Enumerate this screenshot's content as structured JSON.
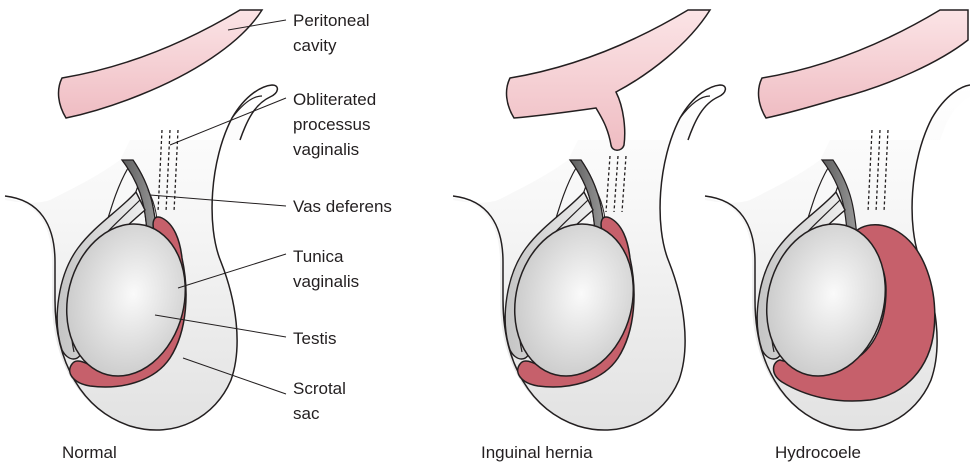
{
  "labels": {
    "peritoneal_1": "Peritoneal",
    "peritoneal_2": "cavity",
    "obliterated_1": "Obliterated",
    "obliterated_2": "processus",
    "obliterated_3": "vaginalis",
    "vas_deferens": "Vas deferens",
    "tunica_1": "Tunica",
    "tunica_2": "vaginalis",
    "testis": "Testis",
    "scrotal_1": "Scrotal",
    "scrotal_2": "sac"
  },
  "captions": {
    "normal": "Normal",
    "hernia": "Inguinal hernia",
    "hydrocoele": "Hydrocoele"
  },
  "colors": {
    "peritoneum_fill": "#f2c9cd",
    "tunica_fill": "#c6606b",
    "scrotum_fill": "#ededed",
    "testis_fill": "#dcdcdc",
    "outline": "#231f20"
  }
}
